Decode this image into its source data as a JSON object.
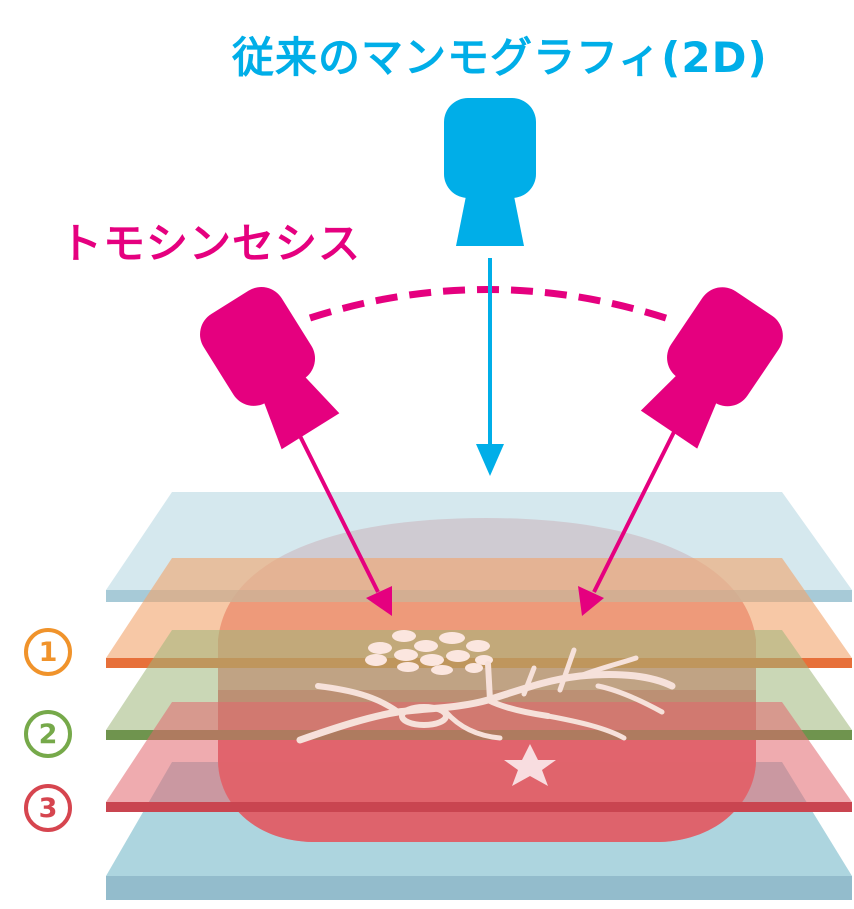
{
  "labels": {
    "conventional": "従来のマンモグラフィ(2D)",
    "tomosynthesis": "トモシンセシス"
  },
  "layers": [
    {
      "number": "1",
      "color": "#f0932b"
    },
    {
      "number": "2",
      "color": "#76a94a"
    },
    {
      "number": "3",
      "color": "#d6454f"
    }
  ],
  "colors": {
    "conventional": "#00aee8",
    "tomosynthesis": "#e5007f",
    "top_plate": "#cde3ea",
    "bottom_plate": "#a9cfd9",
    "breast": "#df6a72"
  },
  "icons": {
    "tube_2d": "xray-tube-icon",
    "tube_left": "xray-tube-icon",
    "tube_right": "xray-tube-icon"
  }
}
